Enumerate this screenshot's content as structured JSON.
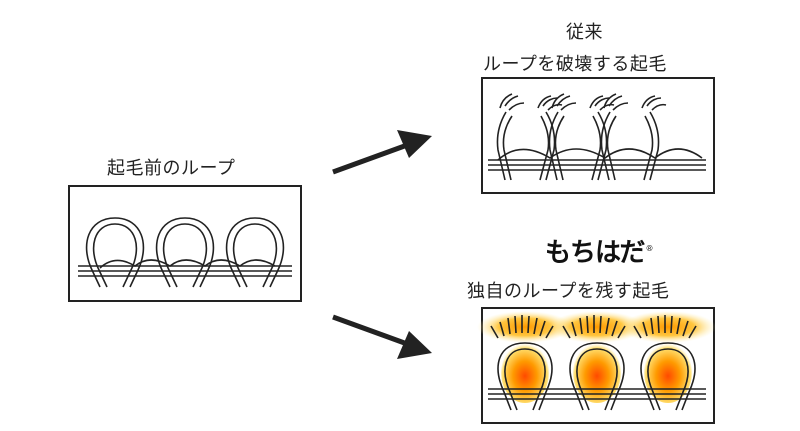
{
  "before": {
    "label": "起毛前のループ"
  },
  "conventional": {
    "heading": "従来",
    "label": "ループを破壊する起毛"
  },
  "brand": {
    "name": "もちはだ",
    "mark": "®",
    "label": "独自のループを残す起毛",
    "glow_colors": [
      "#ff4a00",
      "#ff9a00",
      "#ffe070"
    ]
  }
}
